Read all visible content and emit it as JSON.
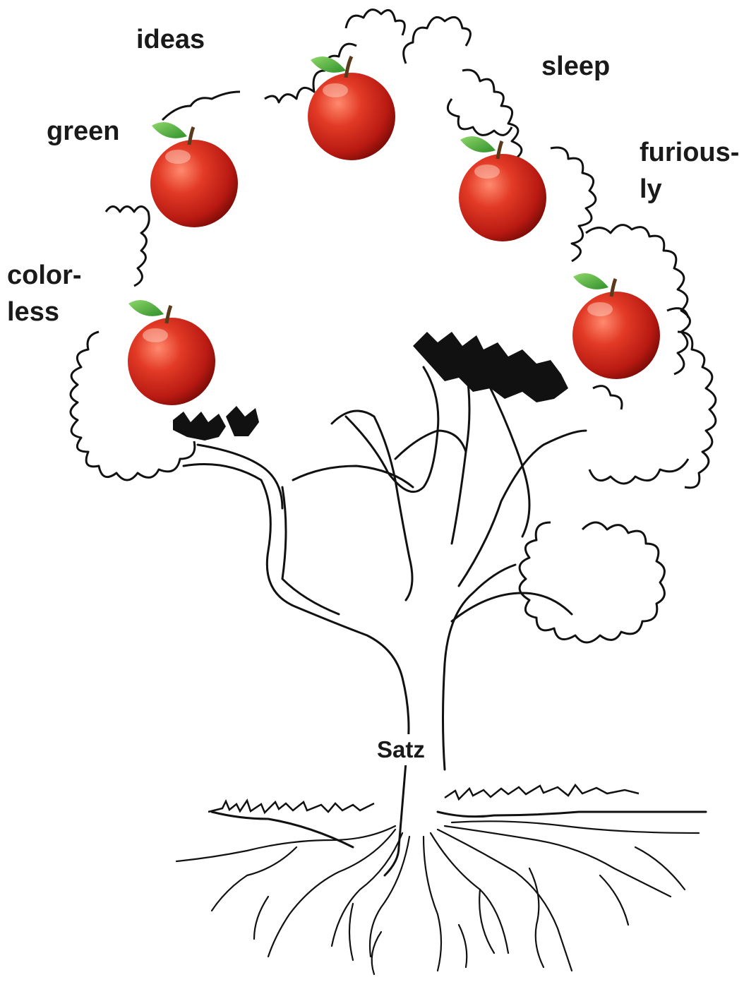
{
  "labels": {
    "ideas": "ideas",
    "sleep": "sleep",
    "green": "green",
    "furiously": "furious-\nly",
    "colorless": "color-\nless",
    "root": "Satz"
  },
  "colors": {
    "apple_red": "#d8261b",
    "apple_dark": "#8e0e0a",
    "leaf_green": "#3fae3a",
    "ink": "#111111"
  },
  "apples": [
    {
      "word": "ideas"
    },
    {
      "word": "green"
    },
    {
      "word": "furiously"
    },
    {
      "word": "colorless"
    },
    {
      "word": "sleep"
    }
  ]
}
